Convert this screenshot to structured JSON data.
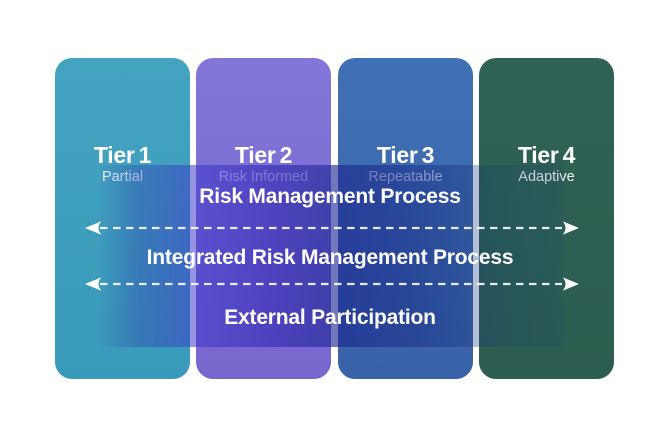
{
  "diagram": {
    "background": "#ffffff",
    "text_color": "#ffffff",
    "tiers": [
      {
        "label": "Tier 1",
        "sublabel": "Partial",
        "color_top": "#44a3c1",
        "color_bottom": "#399bb9"
      },
      {
        "label": "Tier 2",
        "sublabel": "Risk Informed",
        "color_top": "#8276d8",
        "color_bottom": "#7767ce"
      },
      {
        "label": "Tier 3",
        "sublabel": "Repeatable",
        "color_top": "#4070b5",
        "color_bottom": "#3a62a8"
      },
      {
        "label": "Tier 4",
        "sublabel": "Adaptive",
        "color_top": "#2f6355",
        "color_bottom": "#2c5d50"
      }
    ],
    "overlay": {
      "tint_color": "#3a33b4",
      "arrow_color": "#ffffff",
      "rows": [
        "Risk Management Process",
        "Integrated Risk Management Process",
        "External Participation"
      ]
    }
  }
}
